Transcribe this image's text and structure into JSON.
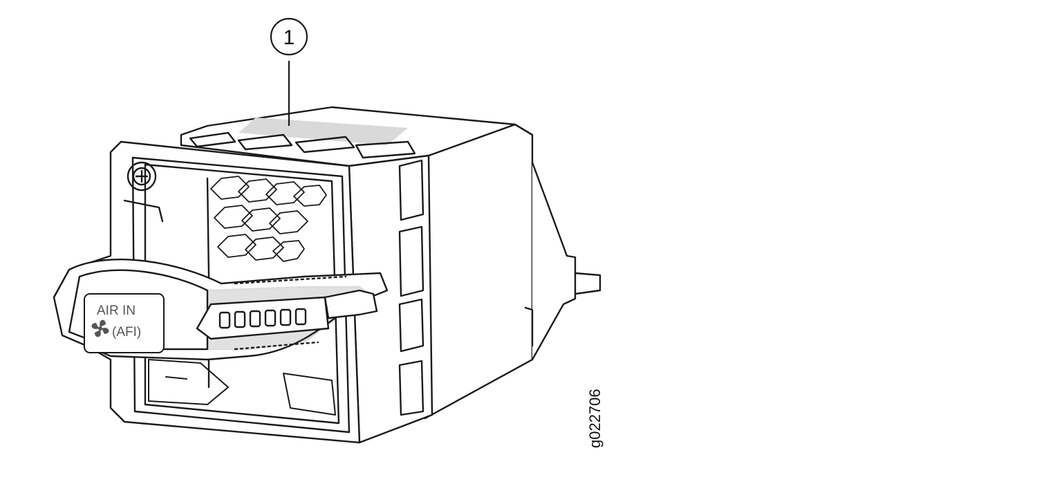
{
  "callout": {
    "number": "1"
  },
  "module_label": {
    "line1": "AIR IN",
    "line2": "(AFI)"
  },
  "icons": {
    "fan": "fan-icon"
  },
  "figure_id": "g022706",
  "colors": {
    "line": "#1a1a1a",
    "label_box": "#d9d9d9",
    "handle_dark": "#3b3b3b"
  }
}
